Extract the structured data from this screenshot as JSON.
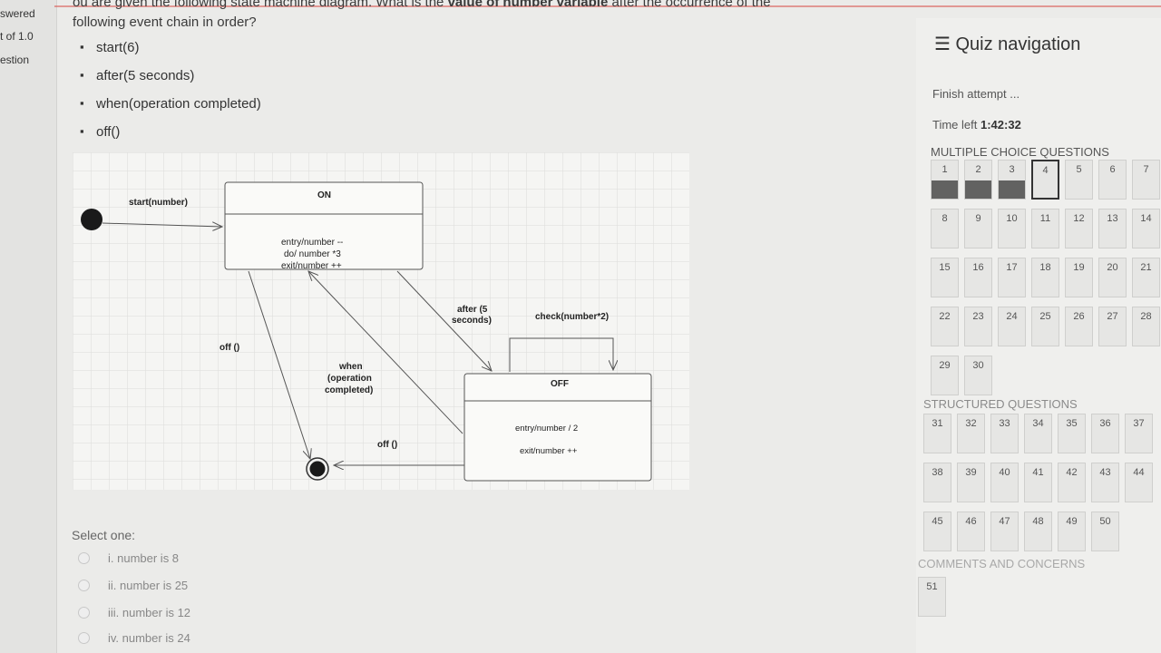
{
  "left": {
    "answered": "swered",
    "mark": "t of 1.0",
    "question": "estion"
  },
  "question": {
    "line1_pre": "ou are given the following state machine diagram. What is the ",
    "line1_bold": "value of number variable",
    "line1_post": " after the occurrence of the",
    "line2": "following event chain in order?",
    "events": [
      "start(6)",
      "after(5 seconds)",
      "when(operation completed)",
      "off()"
    ]
  },
  "diagram": {
    "start_label": "start(number)",
    "on_title": "ON",
    "on_actions": [
      "entry/number --",
      "do/ number *3",
      "exit/number ++"
    ],
    "off_title": "OFF",
    "off_actions": [
      "entry/number / 2",
      "exit/number ++"
    ],
    "after_label": [
      "after (5",
      "seconds)"
    ],
    "check_label": "check(number*2)",
    "when_label": [
      "when",
      "(operation",
      "completed)"
    ],
    "off_label_left": "off ()",
    "off_label_bottom": "off ()"
  },
  "select_one": "Select one:",
  "options": [
    "i. number is 8",
    "ii. number is 25",
    "iii. number is 12",
    "iv. number is 24"
  ],
  "nav": {
    "title": "Quiz navigation",
    "finish": "Finish attempt ...",
    "time_label": "Time left",
    "time_value": "1:42:32",
    "mcq_title": "MULTIPLE CHOICE QUESTIONS",
    "mcq": [
      "1",
      "2",
      "3",
      "4",
      "5",
      "6",
      "7",
      "8",
      "9",
      "10",
      "11",
      "12",
      "13",
      "14",
      "15",
      "16",
      "17",
      "18",
      "19",
      "20",
      "21",
      "22",
      "23",
      "24",
      "25",
      "26",
      "27",
      "28",
      "29",
      "30"
    ],
    "structured_title": "STRUCTURED QUESTIONS",
    "structured": [
      "31",
      "32",
      "33",
      "34",
      "35",
      "36",
      "37",
      "38",
      "39",
      "40",
      "41",
      "42",
      "43",
      "44",
      "45",
      "46",
      "47",
      "48",
      "49",
      "50"
    ],
    "comments_title": "COMMENTS AND CONCERNS",
    "comments": [
      "51"
    ]
  }
}
